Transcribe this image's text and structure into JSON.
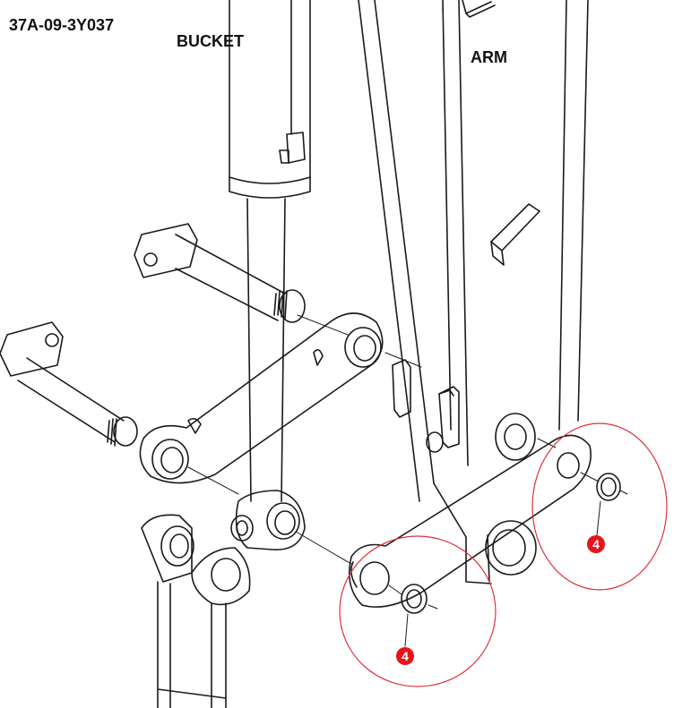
{
  "diagram": {
    "code": "37A-09-3Y037",
    "labels": {
      "bucket": "BUCKET",
      "arm": "ARM"
    },
    "callouts": [
      {
        "id": "right",
        "number": "4"
      },
      {
        "id": "left",
        "number": "4"
      }
    ],
    "colors": {
      "line": "#1a1a1a",
      "callout_circle": "#d9343b",
      "badge": "#e8141b",
      "background": "#ffffff"
    }
  }
}
